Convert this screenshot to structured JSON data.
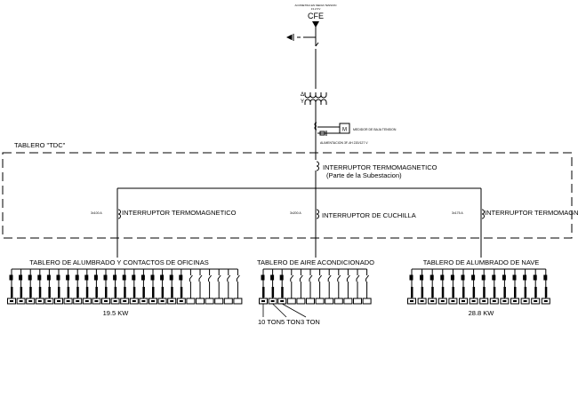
{
  "title": "Diagrama unifilar",
  "supply": {
    "label": "CFE",
    "top_note": "ACOMETIDA EN MEDIA TENSION",
    "top_note2": "13.2 KV"
  },
  "meter_label": "MEDIDOR DE BAJA TENSION",
  "service_note": "ALIMENTACION 3F-4H 220/127 V",
  "transformer": {
    "primary": "Δ",
    "secondary": "Y"
  },
  "main_board": {
    "label": "TABLERO \"TDC\"",
    "main_breaker": {
      "label": "INTERRUPTOR TERMOMAGNETICO",
      "sublabel": "(Parte de la Subestacion)"
    },
    "branches": [
      {
        "rating": "3x100 A",
        "label": "INTERRUPTOR TERMOMAGNETICO"
      },
      {
        "rating": "3x200 A",
        "label": "INTERRUPTOR DE CUCHILLA"
      },
      {
        "rating": "3x175 A",
        "label": "INTERRUPTOR TERMOMAGNETICO"
      }
    ]
  },
  "panels": [
    {
      "title": "TABLERO DE ALUMBRADO Y CONTACTOS DE OFICINAS",
      "load": "19.5 KW",
      "circuits_total": 25,
      "circuits_loaded": 19,
      "notes": []
    },
    {
      "title": "TABLERO DE AIRE ACONDICIONADO",
      "load": "",
      "circuits_total": 12,
      "circuits_loaded": 3,
      "notes": [
        "10 TON",
        "5 TON",
        "3 TON"
      ]
    },
    {
      "title": "TABLERO DE ALUMBRADO DE NAVE",
      "load": "28.8 KW",
      "circuits_total": 14,
      "circuits_loaded": 14,
      "notes": []
    }
  ]
}
